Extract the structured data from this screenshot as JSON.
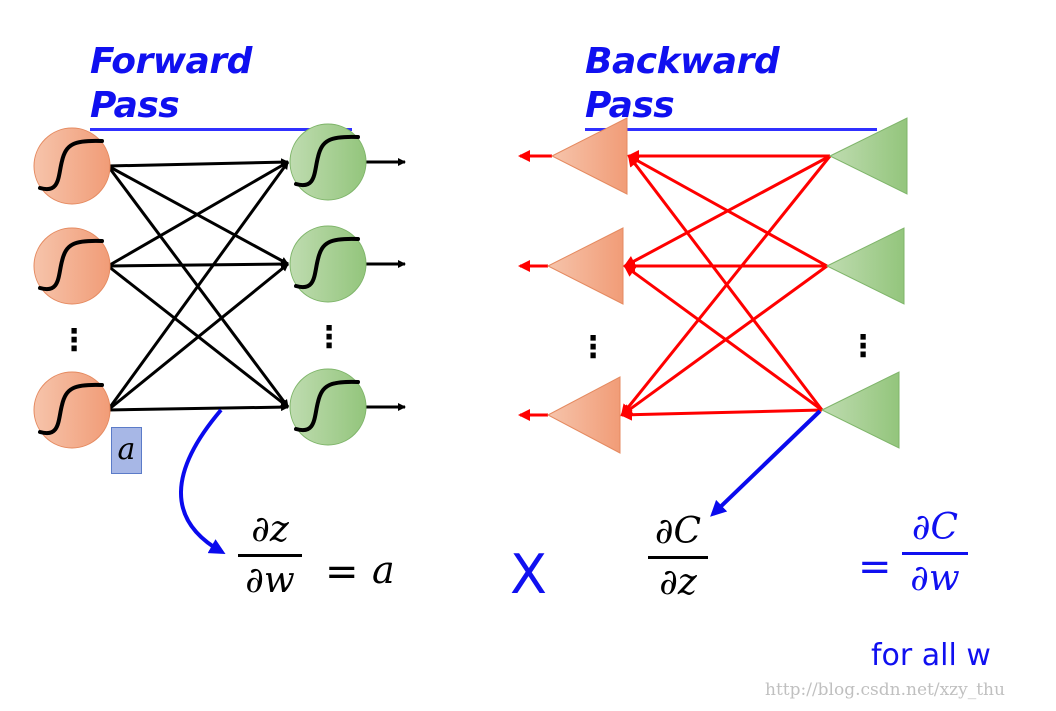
{
  "forward": {
    "title": "Forward Pass",
    "input_label": "a",
    "equation": {
      "numerator": "∂z",
      "denominator": "∂w",
      "equals": "=",
      "rhs": "a"
    }
  },
  "backward": {
    "title": "Backward Pass",
    "equation": {
      "numerator": "∂C",
      "denominator": "∂z"
    }
  },
  "combine": {
    "operator": "X",
    "result": {
      "equals": "=",
      "numerator": "∂C",
      "denominator": "∂w"
    },
    "note": "for all w"
  },
  "ellipsis": "⋮",
  "watermark": "http://blog.csdn.net/xzy_thu",
  "colors": {
    "title_blue": "#1010f0",
    "input_node": "#f4a886",
    "output_node": "#a3cf8f",
    "forward_edge": "#000000",
    "backward_edge": "#ff0000",
    "annotation_arrow": "#0a0aee"
  }
}
